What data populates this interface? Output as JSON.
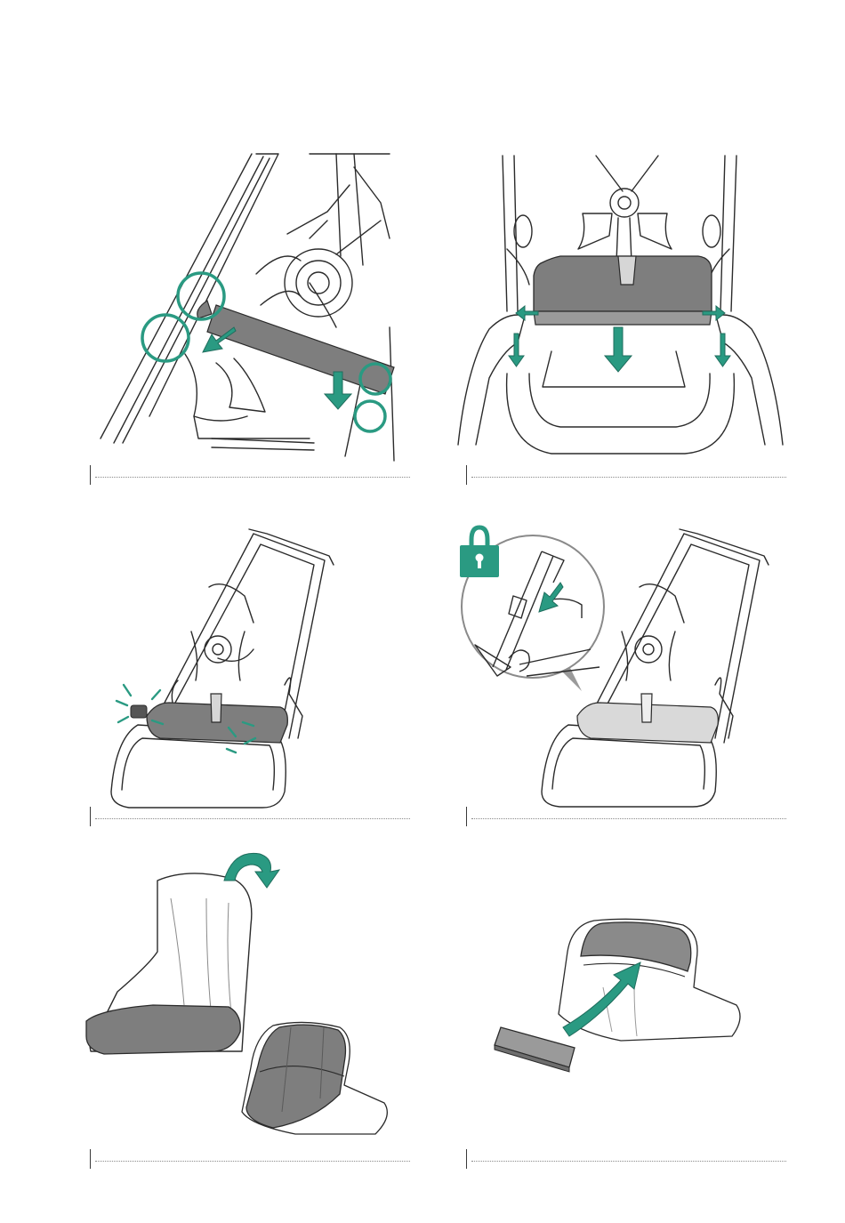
{
  "page": {
    "accent_color": "#2a9a82",
    "fabric_color": "#7e7e7e",
    "line_color": "#2b2b2b"
  },
  "steps": [
    {
      "id": "step-1",
      "icons": [
        "circle-highlight-icon",
        "arrow-down-icon",
        "arrow-diagonal-icon"
      ]
    },
    {
      "id": "step-2",
      "icons": [
        "arrow-down-icon",
        "arrow-outward-icon"
      ]
    },
    {
      "id": "step-3",
      "icons": [
        "click-burst-icon"
      ]
    },
    {
      "id": "step-4",
      "icons": [
        "padlock-icon",
        "arrow-diagonal-icon"
      ]
    },
    {
      "id": "step-5",
      "icons": [
        "curved-flip-arrow-icon"
      ]
    },
    {
      "id": "step-6",
      "icons": [
        "curved-insert-arrow-icon"
      ]
    }
  ]
}
